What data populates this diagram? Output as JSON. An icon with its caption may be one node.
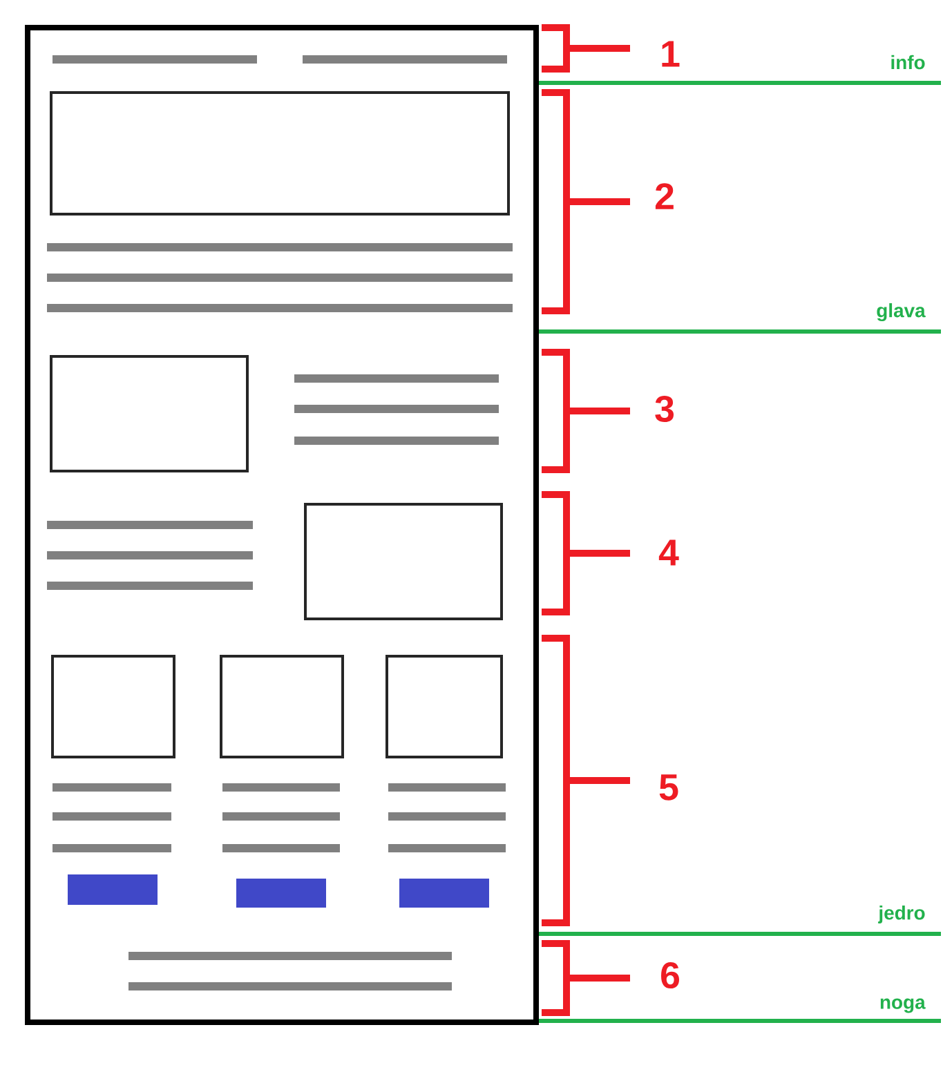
{
  "diagram": {
    "labels": [
      "1",
      "info",
      "2",
      "glava",
      "3",
      "4",
      "5",
      "jedro",
      "6",
      "noga"
    ]
  }
}
